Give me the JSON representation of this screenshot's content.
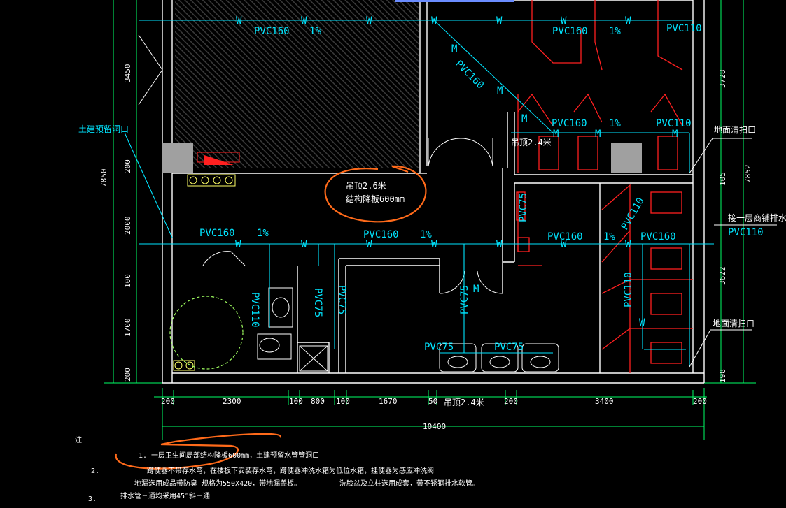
{
  "colors": {
    "background": "#000000",
    "wall": "#ffffff",
    "pipe": "#00e5ff",
    "fixture_red": "#ff2020",
    "dimension": "#00ff66",
    "annotation": "#ffff00",
    "markup": "#ff6a1a"
  },
  "labels": {
    "pvc160_top": "PVC160",
    "pct_top": "1%",
    "pvc160_rt": "PVC160",
    "pct_rt": "1%",
    "pvc110_rt": "PVC110",
    "pvc160_mid_rt": "PVC160",
    "pct_mid_rt": "1%",
    "pvc110_mid_rt": "PVC110",
    "pvc160_diag": "PVC160",
    "pvc160_main_l": "PVC160",
    "pct_main_l": "1%",
    "pvc160_main_c": "PVC160",
    "pct_main_c": "1%",
    "pvc160_main_r": "PVC160",
    "pct_main_r": "1%",
    "pvc160_main_rr": "PVC160",
    "pvc110_vert_r": "PVC110",
    "pvc110_vert_rr": "PVC110",
    "pvc75_vert": "PVC75",
    "pvc110_left": "PVC110",
    "pvc75_a": "PVC75",
    "pvc75_b": "PVC75",
    "pvc75_c": "PVC75",
    "pvc75_basin_l": "PVC75",
    "pvc75_basin_r": "PVC75",
    "ceiling_right": "吊顶2.4米",
    "ceiling_center_1": "吊顶2.6米",
    "ceiling_center_2": "结构降板600mm",
    "ceiling_bottom": "吊顶2.4米",
    "civil_door": "土建预留洞口",
    "floor_drain_1": "地面清扫口",
    "floor_drain_2": "地面清扫口",
    "to_floor1": "接一层商铺排水",
    "to_floor1_pipe": "PVC110",
    "w": "W",
    "m": "M"
  },
  "dims_left": [
    "3450",
    "200",
    "2000",
    "100",
    "1700",
    "200"
  ],
  "dims_left_total": "7850",
  "dims_right": [
    "3728",
    "105",
    "3622",
    "198"
  ],
  "dims_right_total": "7852",
  "dims_bottom": [
    "200",
    "2300",
    "100",
    "800",
    "100",
    "1670",
    "50",
    "200",
    "3400",
    "200"
  ],
  "dims_bottom_total": "10400",
  "notes": {
    "heading": "注",
    "n1": "1. 一层卫生间局部结构降板600mm，土建预留水管管洞口",
    "n2_num": "2.",
    "n2_text": "蹲便器不带存水弯，在楼板下安装存水弯，蹲便器冲洗水箱为低位水箱，挂便器为感应冲洗阀",
    "n2b_text": "地漏选用成品带防臭 规格为550X420，带地漏盖板。",
    "n2c_text": "洗脸盆及立柱选用成套，带不锈钢排水软管。",
    "n3_num": "3.",
    "n3_text": "排水管三通均采用45°斜三通"
  }
}
